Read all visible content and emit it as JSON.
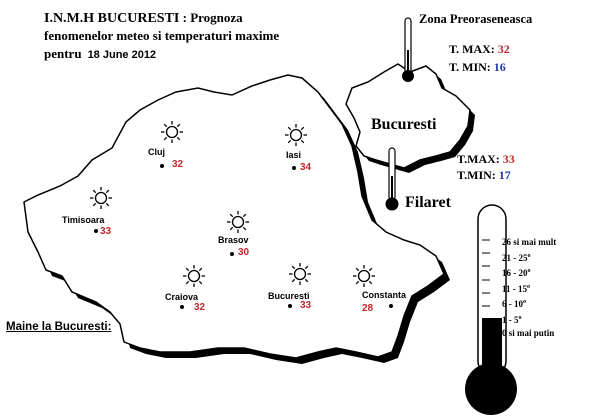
{
  "header": {
    "line1_org": "I.N.M.H BUCURESTI",
    "line1_rest": " : Prognoza",
    "line2": "fenomenelor meteo si temperaturi  maxime",
    "line3_label": "pentru",
    "date": "18 June 2012"
  },
  "zone": {
    "title": "Zona Preoraseneasca",
    "tmax_label": "T. MAX:",
    "tmax_value": "32",
    "tmin_label": "T. MIN:",
    "tmin_value": "16"
  },
  "bucharest_inset": {
    "label": "Bucuresti",
    "tmax_label": "T.MAX:",
    "tmax_value": "33",
    "tmin_label": "T.MIN:",
    "tmin_value": "17",
    "station": "Filaret"
  },
  "cities": [
    {
      "name": "Cluj",
      "temp": "32",
      "icon": "sun-icon"
    },
    {
      "name": "Iasi",
      "temp": "34",
      "icon": "sun-icon"
    },
    {
      "name": "Timisoara",
      "temp": "33",
      "icon": "sun-icon"
    },
    {
      "name": "Brasov",
      "temp": "30",
      "icon": "sun-icon"
    },
    {
      "name": "Craiova",
      "temp": "32",
      "icon": "sun-icon"
    },
    {
      "name": "Bucuresti",
      "temp": "33",
      "icon": "sun-icon"
    },
    {
      "name": "Constanta",
      "temp": "28",
      "icon": "sun-icon"
    }
  ],
  "tomorrow_label": "Maine la Bucuresti:",
  "thermometer_scale": [
    "26 si mai mult",
    "21 - 25",
    "16 - 20",
    "11 - 15",
    "6 - 10",
    "1 - 5",
    "0 si mai putin"
  ],
  "degree_symbol": "o",
  "colors": {
    "max": "#c0282d",
    "min": "#1f3aa8",
    "ink": "#000000"
  }
}
